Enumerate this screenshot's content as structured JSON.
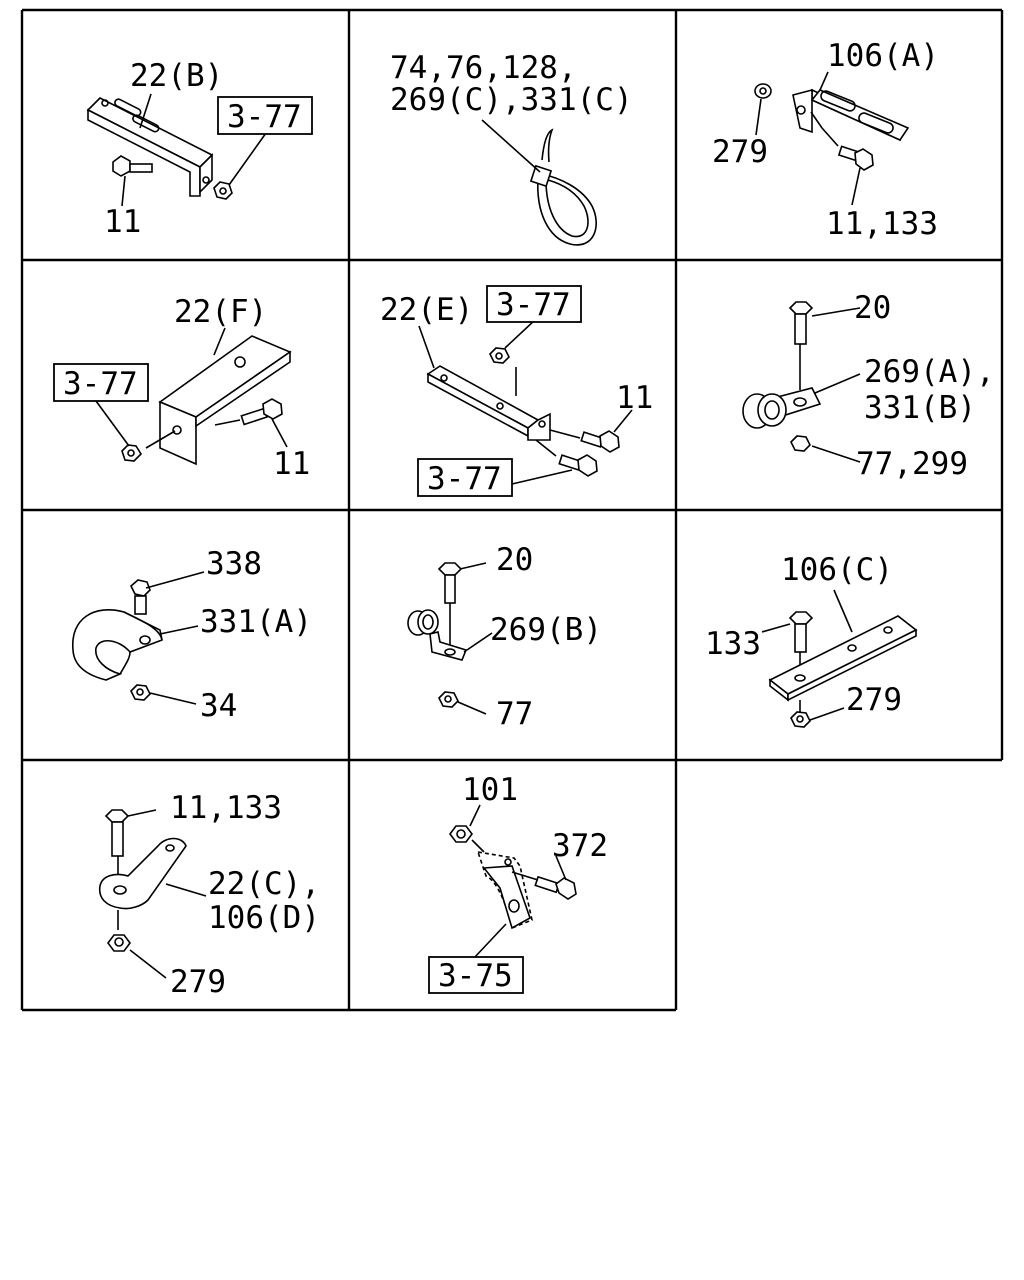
{
  "cells": [
    {
      "labels": [
        "22(B)",
        "11"
      ],
      "refs": [
        "3-77"
      ]
    },
    {
      "labels": [
        "74,76,128,",
        "269(C),331(C)"
      ],
      "refs": []
    },
    {
      "labels": [
        "106(A)",
        "279",
        "11,133"
      ],
      "refs": []
    },
    {
      "labels": [
        "22(F)",
        "11"
      ],
      "refs": [
        "3-77"
      ]
    },
    {
      "labels": [
        "22(E)",
        "11"
      ],
      "refs": [
        "3-77",
        "3-77"
      ]
    },
    {
      "labels": [
        "20",
        "269(A),",
        "331(B)",
        "77,299"
      ],
      "refs": []
    },
    {
      "labels": [
        "338",
        "331(A)",
        "34"
      ],
      "refs": []
    },
    {
      "labels": [
        "20",
        "269(B)",
        "77"
      ],
      "refs": []
    },
    {
      "labels": [
        "106(C)",
        "133",
        "279"
      ],
      "refs": []
    },
    {
      "labels": [
        "11,133",
        "22(C),",
        "106(D)",
        "279"
      ],
      "refs": []
    },
    {
      "labels": [
        "101",
        "372"
      ],
      "refs": [
        "3-75"
      ]
    }
  ]
}
